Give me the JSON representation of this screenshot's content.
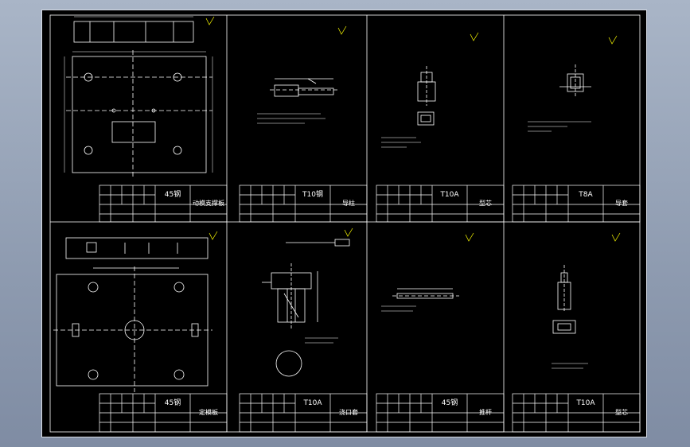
{
  "colors": {
    "background": "#8e9bb0",
    "sheet": "#000000",
    "lines": "#ffffff",
    "accent": "#ffff00"
  },
  "panels": [
    {
      "material": "45钢",
      "part_name": "动模支撑板"
    },
    {
      "material": "T10钢",
      "part_name": "导柱"
    },
    {
      "material": "T10A",
      "part_name": "型芯"
    },
    {
      "material": "T8A",
      "part_name": "导套"
    },
    {
      "material": "45钢",
      "part_name": "定模板"
    },
    {
      "material": "T10A",
      "part_name": "浇口套"
    },
    {
      "material": "45钢",
      "part_name": "推杆"
    },
    {
      "material": "T10A",
      "part_name": "型芯"
    }
  ]
}
